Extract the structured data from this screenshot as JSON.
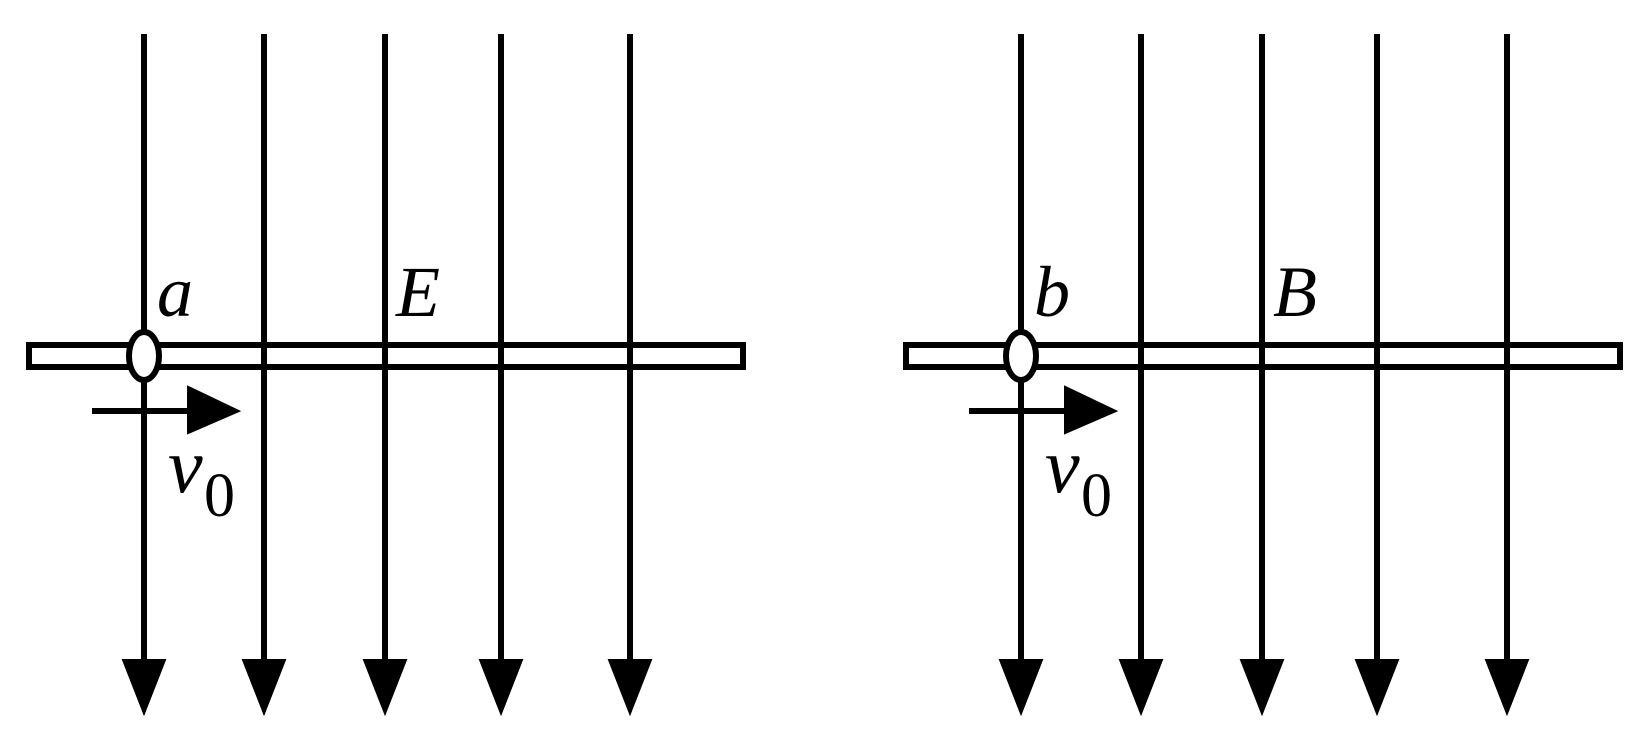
{
  "colors": {
    "stroke": "#000000",
    "background": "#ffffff"
  },
  "panels": [
    {
      "id": "electric",
      "particle_label": "a",
      "field_label": "E",
      "velocity_symbol": "v",
      "velocity_subscript": "0",
      "field_direction": "down",
      "field_line_count": 5
    },
    {
      "id": "magnetic",
      "particle_label": "b",
      "field_label": "B",
      "velocity_symbol": "v",
      "velocity_subscript": "0",
      "field_direction": "down",
      "field_line_count": 5
    }
  ]
}
